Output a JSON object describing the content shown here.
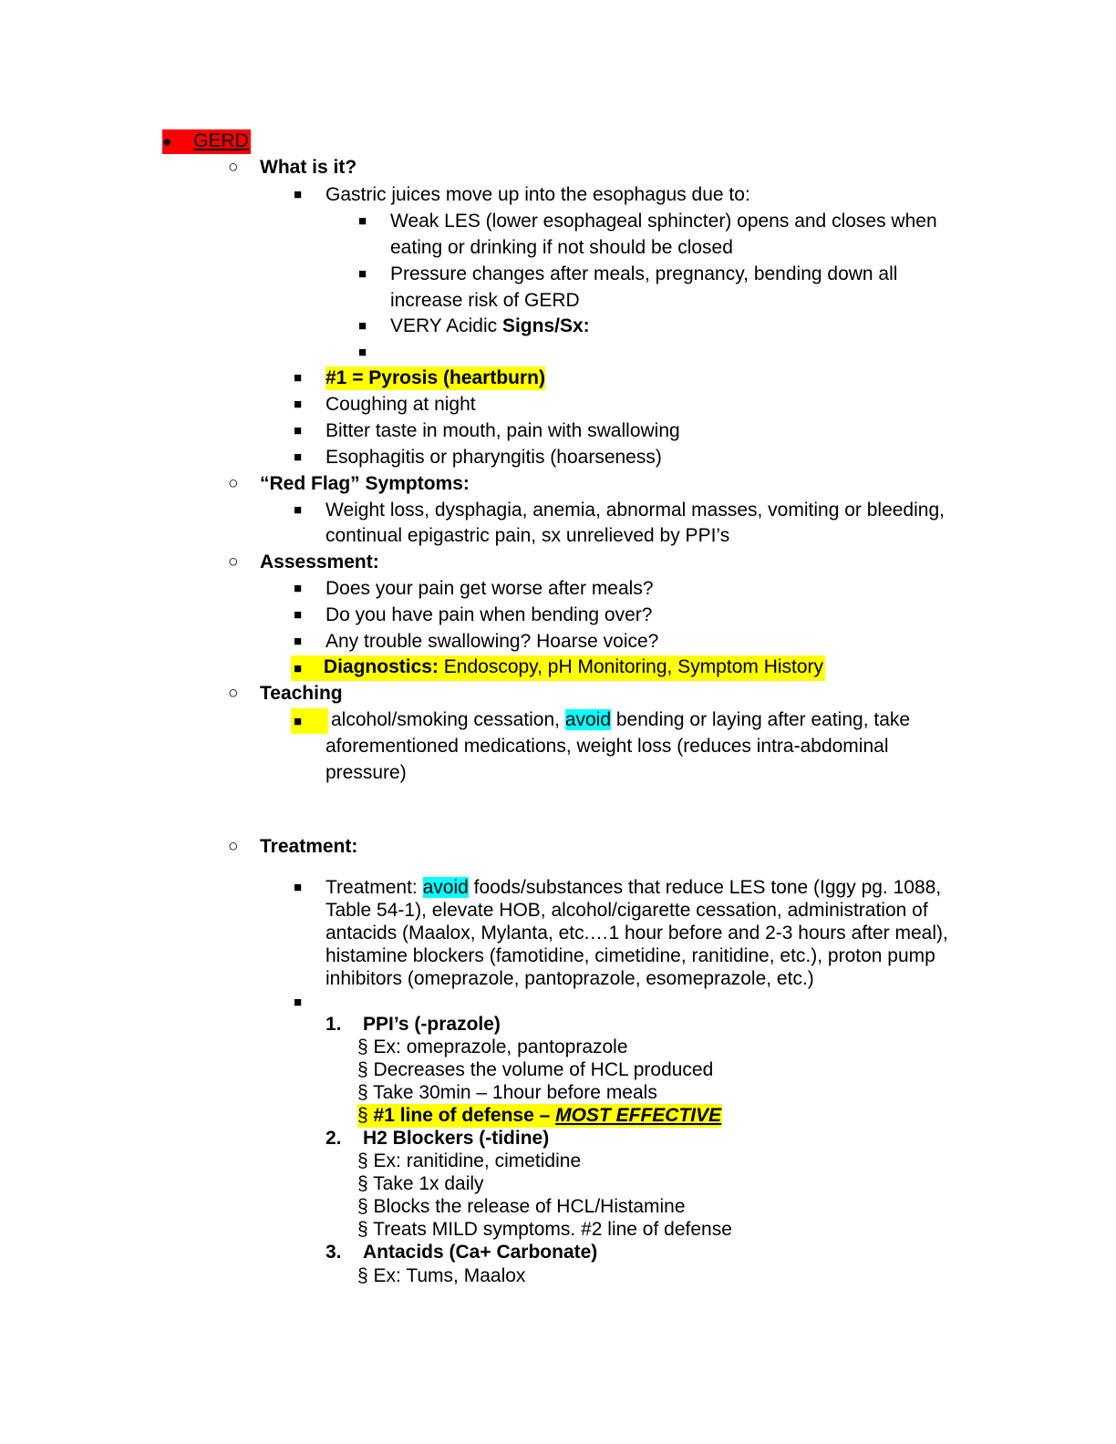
{
  "bullets": {
    "dot": "●",
    "circle": "○",
    "square": "■",
    "section": "§"
  },
  "gerd": {
    "title": "GERD",
    "what_is_it": {
      "heading": "What is it?",
      "intro": "Gastric juices move up into the esophagus due to:",
      "causes": [
        "Weak LES (lower esophageal sphincter) opens and closes when",
        "eating or drinking if not should be closed",
        "Pressure changes after meals, pregnancy, bending down all",
        "increase risk of GERD"
      ],
      "acidic_prefix": "VERY Acidic ",
      "acidic_bold": "Signs",
      "acidic_sep": "/",
      "acidic_bold2": "Sx:",
      "symptoms": [
        "#1 = Pyrosis (heartburn)",
        "Coughing at night",
        "Bitter taste in mouth, pain with swallowing",
        "Esophagitis or pharyngitis (hoarseness)"
      ]
    },
    "red_flag": {
      "heading": "“Red Flag” Symptoms:",
      "line1": "Weight loss, dysphagia, anemia, abnormal masses, vomiting or bleeding,",
      "line2": "continual epigastric pain, sx unrelieved by PPI’s"
    },
    "assessment": {
      "heading": "Assessment:",
      "items": [
        "Does your pain get worse after meals?",
        "Do you have pain when bending over?",
        "Any trouble swallowing? Hoarse voice?"
      ],
      "diag_label": "Diagnostics:",
      "diag_value": " Endoscopy, pH Monitoring, Symptom History"
    },
    "teaching": {
      "heading": "Teaching",
      "pre": "alcohol/smoking cessation, ",
      "avoid": "avoid",
      "post": " bending or laying after eating, take",
      "line2": "aforementioned medications, weight loss (reduces intra-abdominal",
      "line3": "pressure)"
    },
    "treatment": {
      "heading": "Treatment:",
      "pre": "Treatment: ",
      "avoid": "avoid",
      "post": " foods/substances that reduce LES tone (Iggy pg. 1088,",
      "lines": [
        "Table 54-1), elevate HOB, alcohol/cigarette cessation, administration of",
        "antacids (Maalox, Mylanta, etc.…1 hour before and 2-3 hours after meal),",
        "histamine blockers (famotidine, cimetidine, ranitidine, etc.), proton pump",
        "inhibitors (omeprazole, pantoprazole, esomeprazole, etc.)"
      ],
      "drugs": [
        {
          "num": "1.",
          "name": "PPI’s (-prazole)",
          "details": [
            "Ex: omeprazole, pantoprazole",
            "Decreases the volume of HCL produced",
            "Take 30min – 1hour before meals"
          ],
          "highlight_pre": "#1 line of defense – ",
          "highlight_em": "MOST EFFECTIVE"
        },
        {
          "num": "2.",
          "name": "H2 Blockers (-tidine)",
          "details": [
            "Ex: ranitidine, cimetidine",
            "Take 1x daily",
            "Blocks the release of HCL/Histamine",
            "Treats MILD symptoms. #2 line of defense"
          ]
        },
        {
          "num": "3.",
          "name": "Antacids (Ca+ Carbonate)",
          "details": [
            "Ex: Tums, Maalox"
          ]
        }
      ]
    }
  },
  "colors": {
    "highlight_yellow": "#ffff00",
    "highlight_cyan": "#00ffff",
    "highlight_red": "#ff0000"
  }
}
